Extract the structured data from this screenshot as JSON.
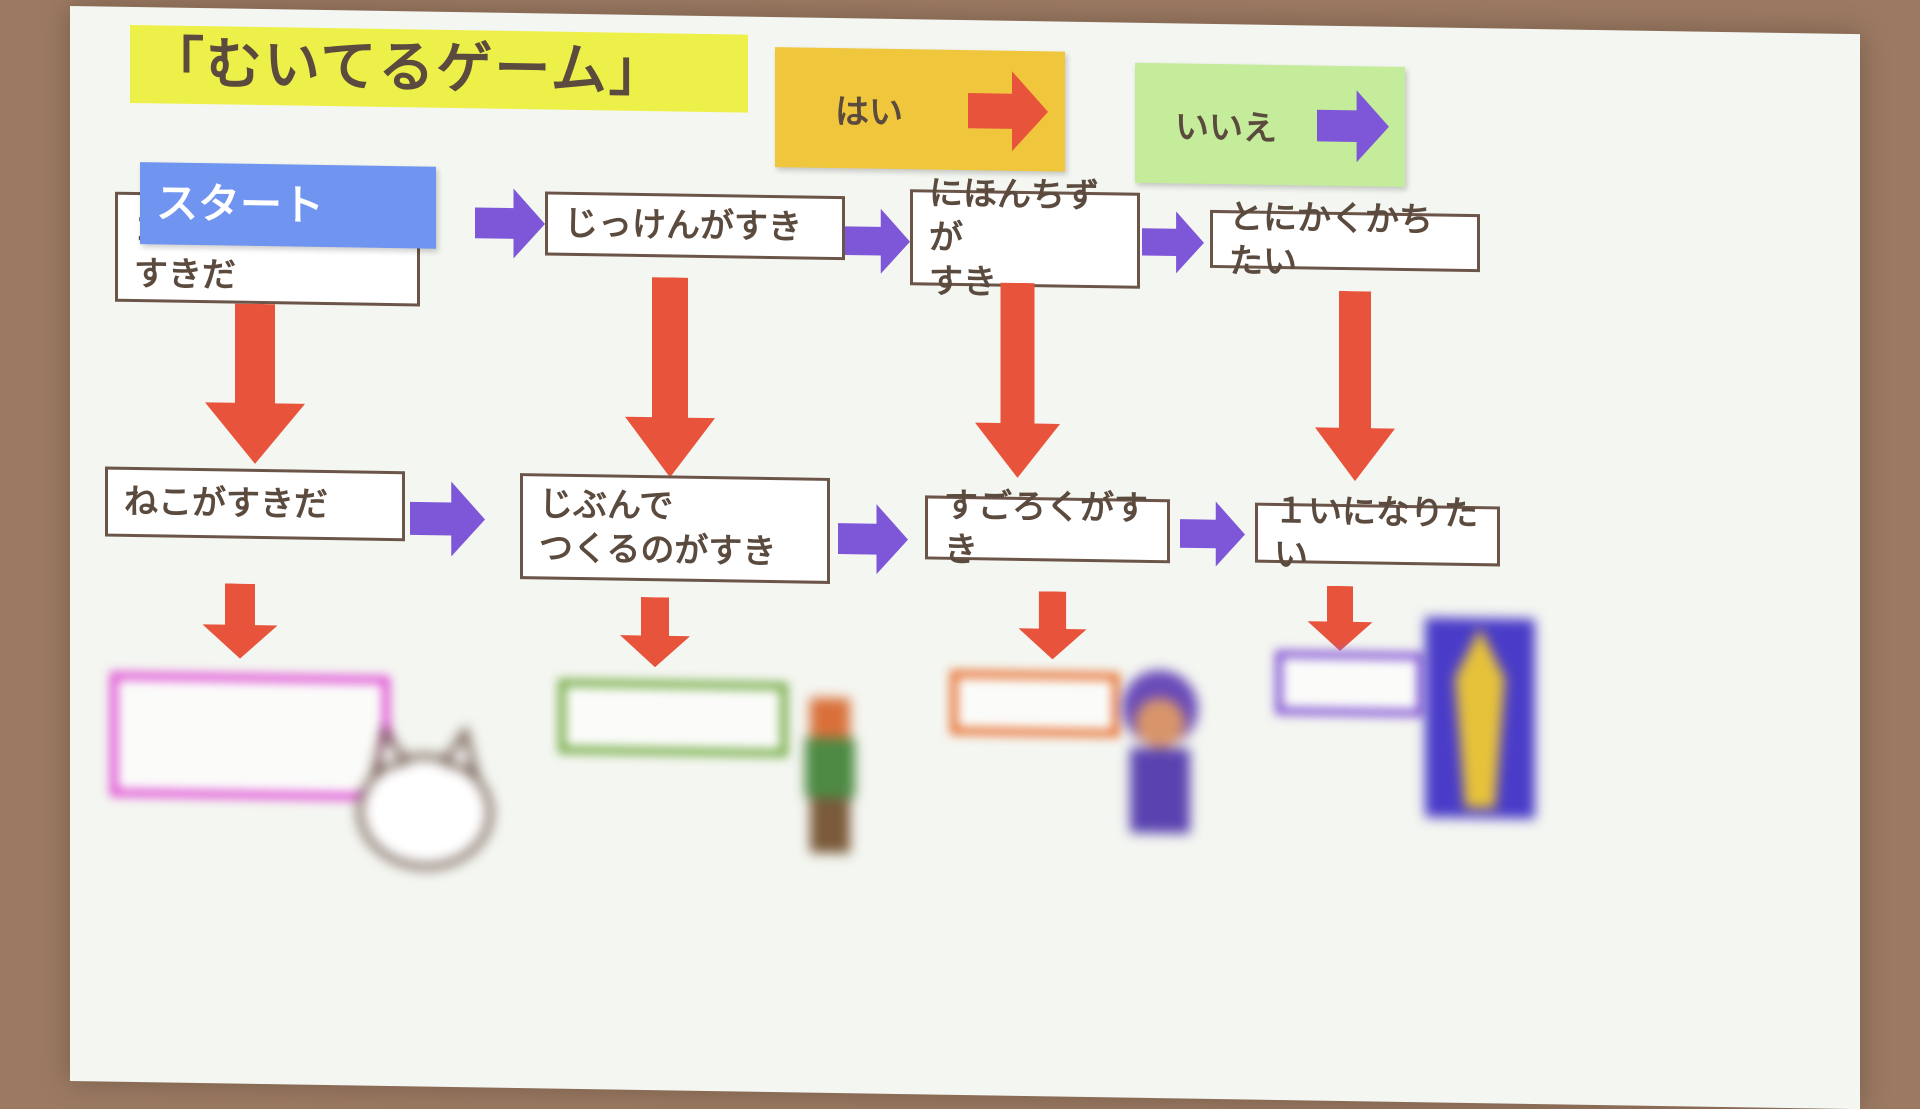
{
  "title": "「むいてるゲーム」",
  "legend": {
    "yes_label": "はい",
    "no_label": "いいえ"
  },
  "start_label": "スタート",
  "row1": [
    "コレクションが\nすきだ",
    "じっけんがすき",
    "にほんちずが\nすき",
    "とにかくかちたい"
  ],
  "row2": [
    "ねこがすきだ",
    "じぶんで\nつくるのがすき",
    "すごろくがすき",
    "１いになりたい"
  ],
  "colors": {
    "yes": "#e8533c",
    "no": "#7e57d9",
    "title_bg": "#eef04a",
    "yes_bg": "#f0c63c",
    "no_bg": "#c4ec9a",
    "start_bg": "#6f95f0",
    "result_borders": [
      "#e055d6",
      "#7ab04e",
      "#e8793e",
      "#8a5ed6"
    ]
  },
  "icons": [
    "arrow-right-icon",
    "arrow-down-icon",
    "cat-icon",
    "character-icon"
  ]
}
